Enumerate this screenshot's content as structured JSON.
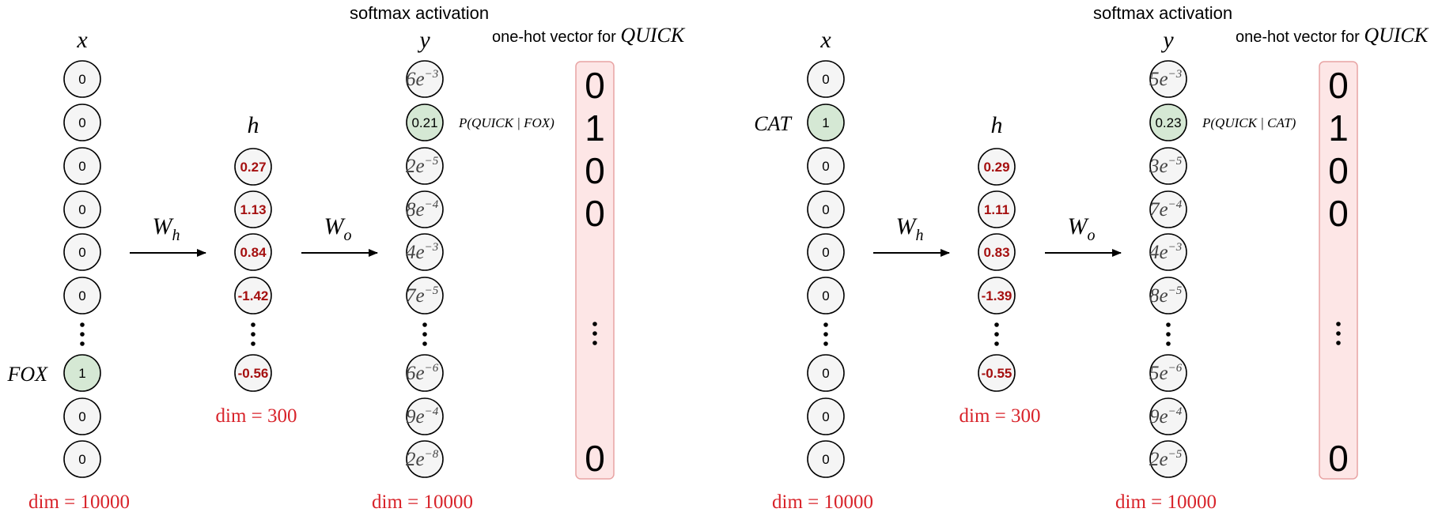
{
  "colors": {
    "x_hot_fill": "#d5e8d4",
    "node_fill": "#f5f5f5",
    "h_text": "#a50f0f",
    "dim_text": "#d8232a",
    "onehot_fill": "#fde6e6",
    "onehot_stroke": "#e8a4a4"
  },
  "panels": [
    {
      "x_label": "x",
      "h_label": "h",
      "y_label": "y",
      "softmax_label": "softmax activation",
      "onehot_label_prefix": "one-hot vector for ",
      "onehot_word": "QUICK",
      "wh_base": "W",
      "wh_sub": "h",
      "wo_base": "W",
      "wo_sub": "o",
      "x_dim": "dim = 10000",
      "h_dim": "dim = 300",
      "y_dim": "dim = 10000",
      "x_hot_word": "FOX",
      "x_hot_after_dots": true,
      "x_values": [
        "0",
        "0",
        "0",
        "0",
        "0",
        "0",
        "1",
        "0",
        "0"
      ],
      "h_values": [
        "0.27",
        "1.13",
        "0.84",
        "-1.42",
        "-0.56"
      ],
      "y_values": [
        {
          "m": "6",
          "e": "−3"
        },
        {
          "v": "0.21"
        },
        {
          "m": "2",
          "e": "−5"
        },
        {
          "m": "8",
          "e": "−4"
        },
        {
          "m": "4",
          "e": "−3"
        },
        {
          "m": "7",
          "e": "−5"
        },
        {
          "m": "6",
          "e": "−6"
        },
        {
          "m": "9",
          "e": "−4"
        },
        {
          "m": "2",
          "e": "−8"
        }
      ],
      "prob_label": "P(QUICK | FOX)",
      "onehot_values": [
        "0",
        "1",
        "0",
        "0",
        "0"
      ]
    },
    {
      "x_label": "x",
      "h_label": "h",
      "y_label": "y",
      "softmax_label": "softmax activation",
      "onehot_label_prefix": "one-hot vector for ",
      "onehot_word": "QUICK",
      "wh_base": "W",
      "wh_sub": "h",
      "wo_base": "W",
      "wo_sub": "o",
      "x_dim": "dim = 10000",
      "h_dim": "dim = 300",
      "y_dim": "dim = 10000",
      "x_hot_word": "CAT",
      "x_hot_after_dots": false,
      "x_values": [
        "0",
        "1",
        "0",
        "0",
        "0",
        "0",
        "0",
        "0",
        "0"
      ],
      "h_values": [
        "0.29",
        "1.11",
        "0.83",
        "-1.39",
        "-0.55"
      ],
      "y_values": [
        {
          "m": "5",
          "e": "−3"
        },
        {
          "v": "0.23"
        },
        {
          "m": "3",
          "e": "−5"
        },
        {
          "m": "7",
          "e": "−4"
        },
        {
          "m": "4",
          "e": "−3"
        },
        {
          "m": "8",
          "e": "−5"
        },
        {
          "m": "5",
          "e": "−6"
        },
        {
          "m": "9",
          "e": "−4"
        },
        {
          "m": "2",
          "e": "−5"
        }
      ],
      "prob_label": "P(QUICK | CAT)",
      "onehot_values": [
        "0",
        "1",
        "0",
        "0",
        "0"
      ]
    }
  ]
}
